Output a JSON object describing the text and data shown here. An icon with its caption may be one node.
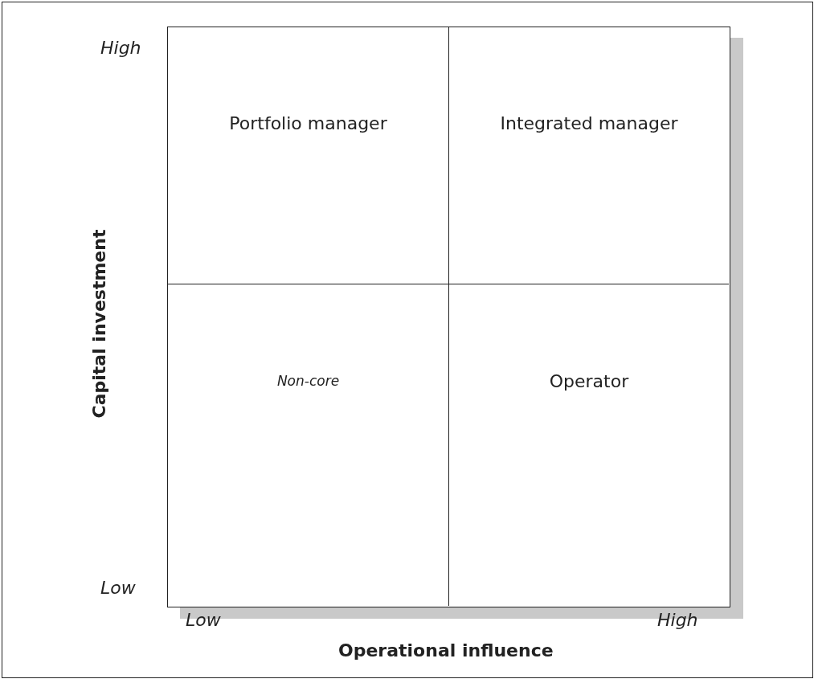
{
  "diagram": {
    "nodes": [
      {
        "text": [
          "Portfolio manager"
        ]
      },
      {
        "text": [
          "Integrated manager"
        ]
      },
      {
        "text": [
          "Non-core"
        ]
      },
      {
        "text": [
          "Operator"
        ]
      }
    ],
    "labels": [
      "High",
      "Capital investment",
      "Low",
      "Low",
      "High",
      "Operational influence"
    ]
  }
}
